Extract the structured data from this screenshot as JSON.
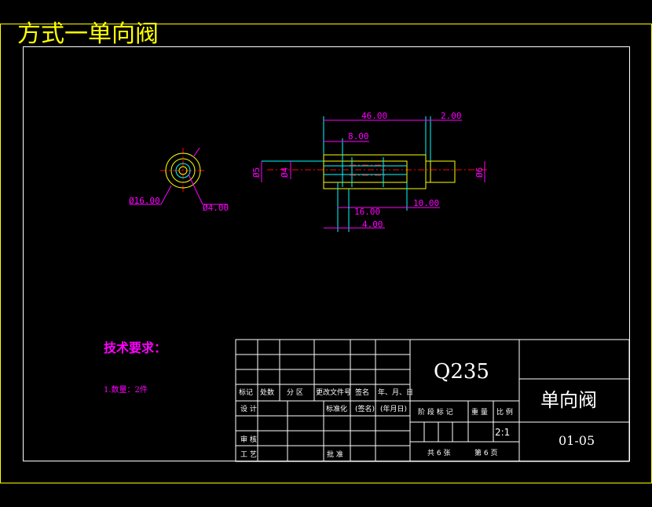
{
  "title": "方式一单向阀",
  "dimensions": {
    "d_46": "46.00",
    "d_2": "2.00",
    "d_8": "8.00",
    "d_16": "16.00",
    "d_10": "10.00",
    "d_4": "4.00",
    "phi5": "Ø5",
    "phi4": "Ø4",
    "phi6": "Ø6",
    "phi16": "Ø16.00",
    "phi4b": "Ø4.00"
  },
  "tech": {
    "heading": "技术要求：",
    "item1": "1.数量：2件"
  },
  "titleblock": {
    "material": "Q235",
    "part_name": "单向阀",
    "drawing_no": "01-05",
    "scale": "2:1",
    "labels": {
      "mark": "标记",
      "count": "处数",
      "zone": "分 区",
      "change_doc": "更改文件号",
      "sign": "签名",
      "date": "年、月、日",
      "design": "设 计",
      "standardize": "标准化",
      "sign2": "(签名)",
      "date2": "(年月日)",
      "stage_mark": "阶 段 标 记",
      "weight": "重 量",
      "ratio": "比 例",
      "review": "审 核",
      "process": "工 艺",
      "approve": "批 准",
      "total": "共 6 张",
      "sheet": "第 6 页"
    }
  },
  "colors": {
    "border": "#ffff00",
    "dimension": "#ff00ff",
    "outline": "#ffff00",
    "hidden": "#00ffff",
    "center": "#ff0000",
    "table": "#ffffff"
  }
}
